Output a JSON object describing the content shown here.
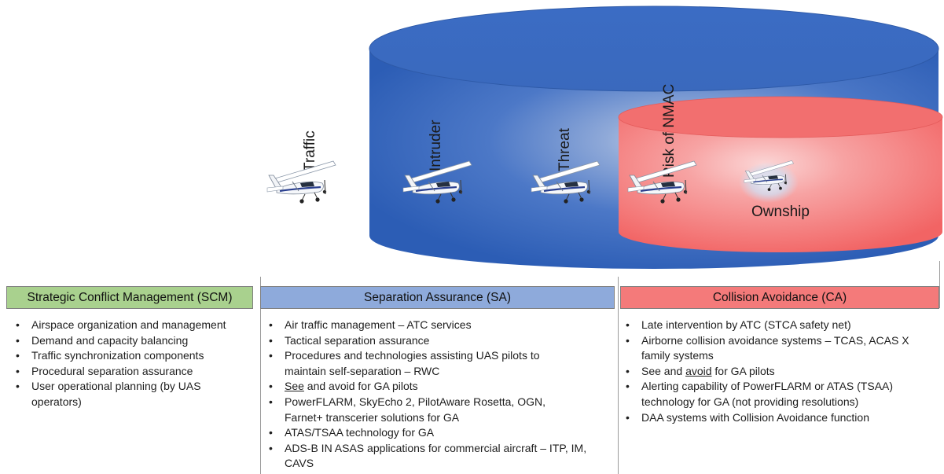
{
  "diagram": {
    "zone_labels": {
      "traffic": "Traffic",
      "intruder": "Intruder",
      "threat": "Threat",
      "risk_of_nmac": "Risk of NMAC"
    },
    "ownship_label": "Ownship",
    "colors": {
      "outer_cylinder": "#3a6bc0",
      "inner_cylinder": "#f26f6f",
      "scm": "#a9d18e",
      "sa": "#8eaadb",
      "ca": "#f47a7a"
    },
    "icons": [
      "aircraft-icon"
    ]
  },
  "columns": {
    "scm": {
      "title": "Strategic Conflict Management (SCM)",
      "items": [
        "Airspace organization and management",
        "Demand and capacity balancing",
        "Traffic synchronization components",
        "Procedural separation assurance",
        "User operational planning (by UAS operators)"
      ]
    },
    "sa": {
      "title": "Separation Assurance (SA)",
      "items": [
        {
          "pre": "",
          "u": "",
          "post": "Air traffic management – ATC services"
        },
        {
          "pre": "",
          "u": "",
          "post": "Tactical separation assurance"
        },
        {
          "pre": "",
          "u": "",
          "post": "Procedures and technologies assisting UAS pilots to maintain self-separation – RWC"
        },
        {
          "pre": "",
          "u": "See",
          "post": " and avoid for GA pilots"
        },
        {
          "pre": "",
          "u": "",
          "post": "PowerFLARM, SkyEcho 2, PilotAware Rosetta, OGN, Farnet+ transcerier solutions for GA"
        },
        {
          "pre": "",
          "u": "",
          "post": "ATAS/TSAA technology for GA"
        },
        {
          "pre": "",
          "u": "",
          "post": "ADS-B IN ASAS applications for commercial aircraft – ITP, IM, CAVS"
        }
      ]
    },
    "ca": {
      "title": "Collision Avoidance (CA)",
      "items": [
        {
          "pre": "",
          "u": "",
          "post": "Late intervention by ATC (STCA safety net)"
        },
        {
          "pre": "",
          "u": "",
          "post": "Airborne collision avoidance systems – TCAS, ACAS X family systems"
        },
        {
          "pre": "See and ",
          "u": "avoid",
          "post": " for GA pilots"
        },
        {
          "pre": "",
          "u": "",
          "post": "Alerting capability of PowerFLARM or ATAS (TSAA) technology for GA (not providing resolutions)"
        },
        {
          "pre": "",
          "u": "",
          "post": "DAA systems with Collision Avoidance function"
        }
      ]
    }
  }
}
